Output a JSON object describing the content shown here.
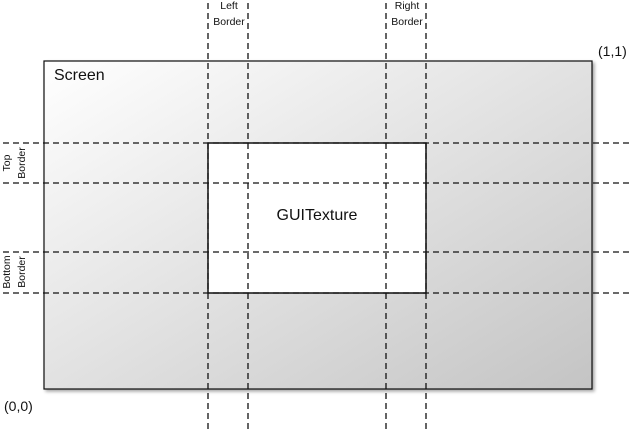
{
  "labels": {
    "screen": "Screen",
    "gui_texture": "GUITexture",
    "corner_top_right": "(1,1)",
    "corner_bottom_left": "(0,0)",
    "left_border": [
      "Left",
      "Border"
    ],
    "right_border": [
      "Right",
      "Border"
    ],
    "top_border": [
      "Top",
      "Border"
    ],
    "bottom_border": [
      "Bottom",
      "Border"
    ]
  },
  "colors": {
    "screen_gradient_light": "#ffffff",
    "screen_gradient_dark": "#c4c4c4",
    "line": "#111111",
    "texture_fill": "#ffffff"
  }
}
